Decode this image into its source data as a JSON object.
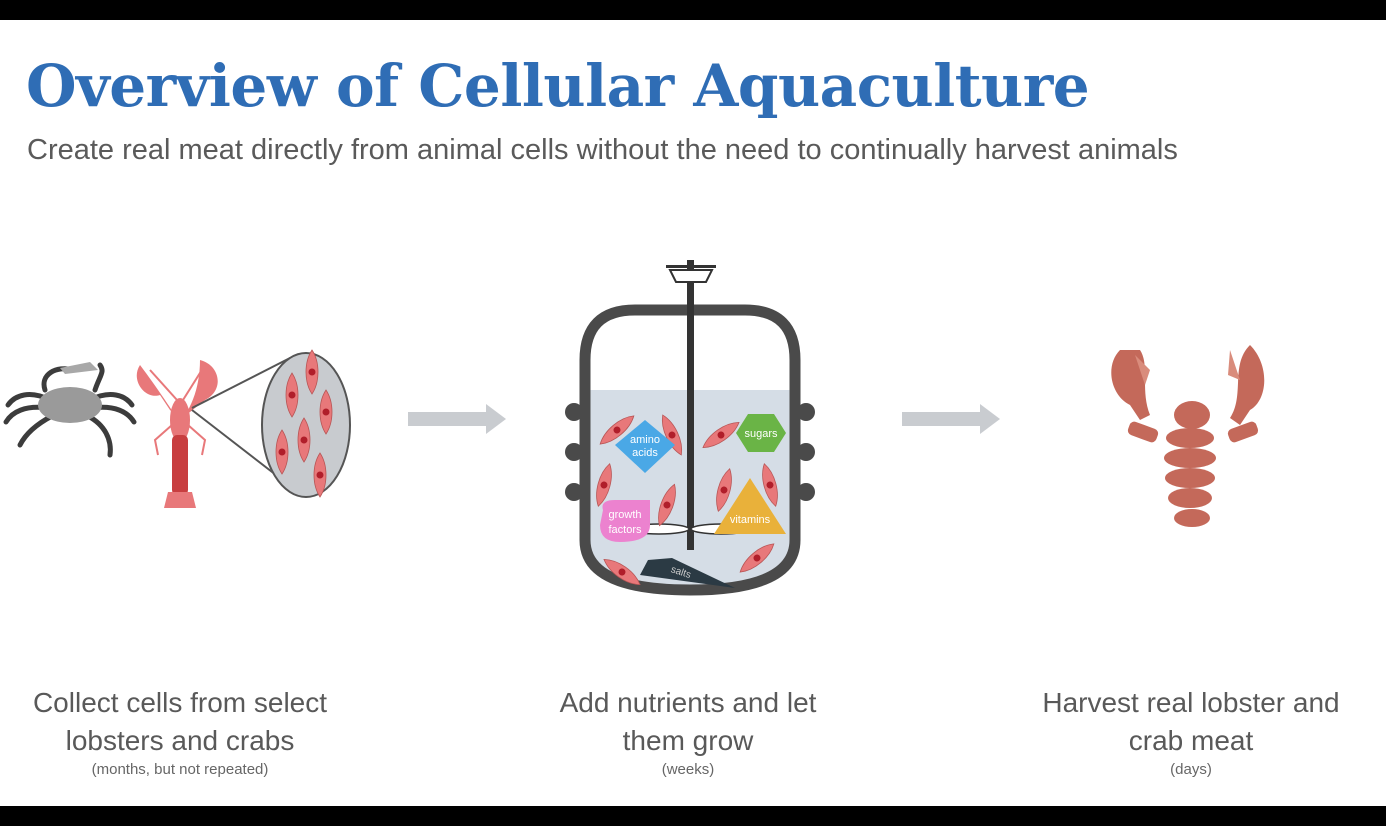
{
  "title": "Overview of Cellular Aquaculture",
  "subtitle": "Create real meat directly from animal cells without the need to continually harvest animals",
  "bioreactor_labels": {
    "amino_1": "amino",
    "amino_2": "acids",
    "sugars": "sugars",
    "growth_1": "growth",
    "growth_2": "factors",
    "vitamins": "vitamins",
    "salts": "salts"
  },
  "steps": [
    {
      "line1": "Collect cells from select",
      "line2": "lobsters and crabs",
      "note": "(months, but not repeated)"
    },
    {
      "line1": "Add nutrients and let",
      "line2": "them grow",
      "note": "(weeks)"
    },
    {
      "line1": "Harvest real lobster and",
      "line2": "crab meat",
      "note": "(days)"
    }
  ],
  "colors": {
    "title": "#2f6db5",
    "cell": "#e8787a",
    "amino": "#4aa8e6",
    "sugars": "#6ab446",
    "growth": "#ec82cf",
    "vitamins": "#e9b13a",
    "salts": "#2b3a44"
  }
}
